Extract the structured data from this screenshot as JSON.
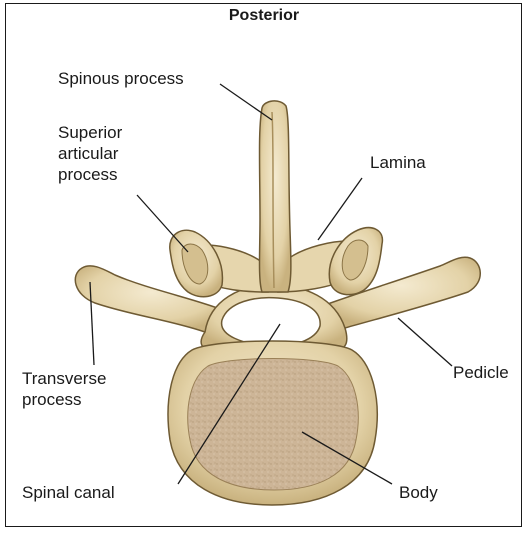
{
  "title": "Posterior",
  "labels": {
    "spinous_process": "Spinous process",
    "superior_articular_process": [
      "Superior",
      "articular",
      "process"
    ],
    "lamina": "Lamina",
    "transverse_process": [
      "Transverse",
      "process"
    ],
    "pedicle": "Pedicle",
    "spinal_canal": "Spinal canal",
    "body": "Body"
  },
  "colors": {
    "bone_light": "#efe3c4",
    "bone_mid": "#dcc99a",
    "bone_shadow": "#b9a26d",
    "outline": "#6e5a33",
    "body_surface": "#cdb597",
    "leader_line": "#1a1a1a"
  }
}
